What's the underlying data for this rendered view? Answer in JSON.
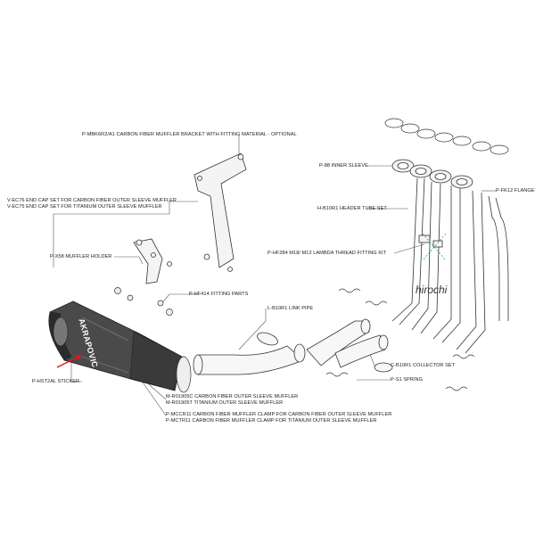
{
  "labels": {
    "bracket": "P-MBK6R2/A1  CARBON FIBER MUFFLER BRACKET WITH FITTING MATERIAL - OPTIONAL",
    "inner_sleeve": "P-88  INNER SLEEVE",
    "flange": "P-FK12  FLANGE",
    "endcap_carbon": "V-EC76  END CAP SET FOR CARBON FIBER OUTER SLEEVE MUFFLER",
    "endcap_titanium": "V-EC75  END CAP SET FOR TITANIUM OUTER SLEEVE MUFFLER",
    "header_tube": "H-B10R1  HEADER TUBE SET",
    "muffler_holder": "P-X58  MUFFLER HOLDER",
    "lambda": "P-HF284  M18/ M12 LAMBDA THREAD FITTING KIT",
    "fitting_parts": "P-HF414  FITTING PARTS",
    "link_pipe": "L-B10R1  LINK PIPE",
    "sticker": "P-HST2AL  STICKER",
    "collector": "C-B10R1  COLLECTOR SET",
    "spring": "P-S1  SPRING",
    "outer_carbon": "M-R01905C  CARBON FIBER OUTER SLEEVE MUFFLER",
    "outer_titanium": "M-R01905T  TITANIUM OUTER SLEEVE MUFFLER",
    "clamp_carbon": "P-MCCR11  CARBON FIBER MUFFLER CLAMP FOR CARBON FIBER OUTER SLEEVE MUFFLER",
    "clamp_titanium": "P-MCTR11  CARBON FIBER MUFFLER CLAMP FOR TITANIUM OUTER SLEEVE MUFFLER"
  },
  "watermark": "hirochi",
  "brand_mark": "AKRAPOVIC",
  "colors": {
    "line": "#333333",
    "muffler_body": "#4a4a4a",
    "muffler_dark": "#2b2b2b",
    "arrow": "#e01818"
  }
}
